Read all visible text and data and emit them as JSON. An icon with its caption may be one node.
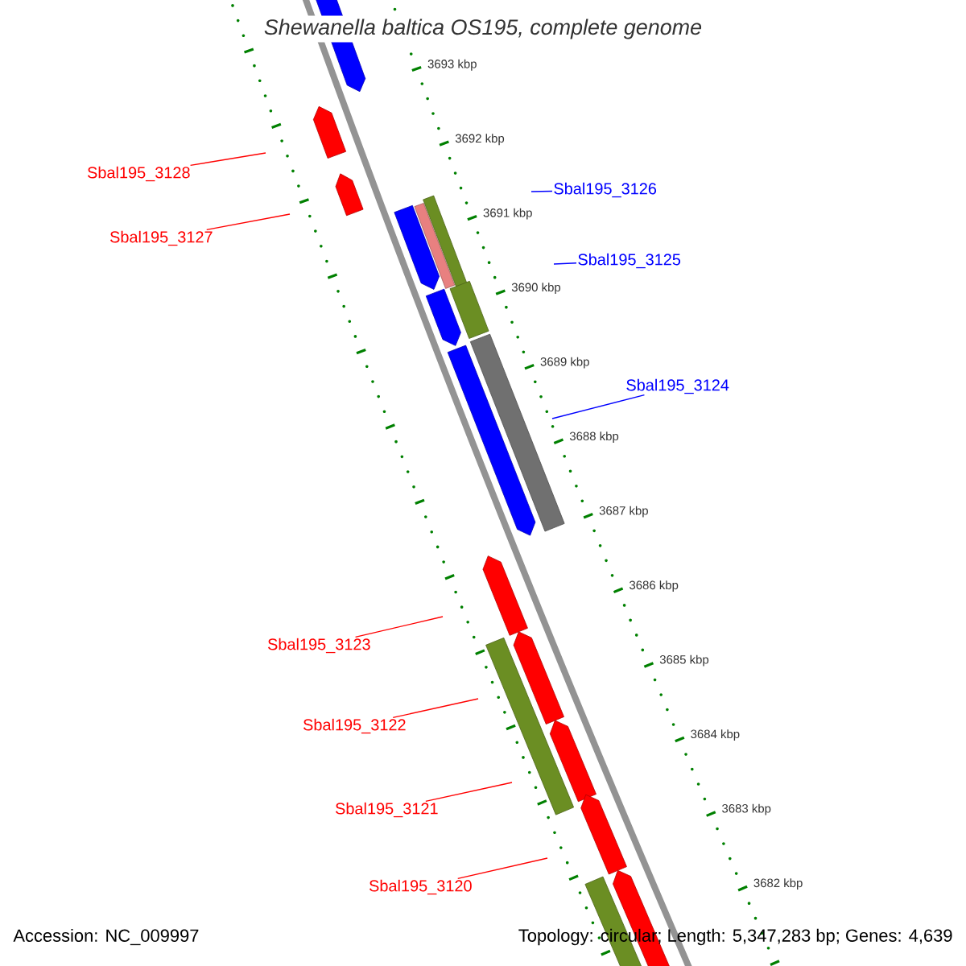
{
  "diagram": {
    "title": "Shewanella baltica OS195, complete genome",
    "nodes": [
      {
        "text": [
          "Sbal195_3128"
        ]
      },
      {
        "text": [
          "Sbal195_3126"
        ]
      },
      {
        "text": [
          "Sbal195_3127"
        ]
      },
      {
        "text": [
          "Sbal195_3125"
        ]
      },
      {
        "text": [
          "Sbal195_3124"
        ]
      },
      {
        "text": [
          "Sbal195_3123"
        ]
      },
      {
        "text": [
          "Sbal195_3122"
        ]
      },
      {
        "text": [
          "Sbal195_3121"
        ]
      },
      {
        "text": [
          "Sbal195_3120"
        ]
      }
    ],
    "edges": [
      {
        "from": 0,
        "to": null,
        "arrow": "none"
      },
      {
        "from": 1,
        "to": null,
        "arrow": "none",
        "color": "#0000ff"
      },
      {
        "from": 2,
        "to": null,
        "arrow": "none"
      },
      {
        "from": 3,
        "to": null,
        "arrow": "none",
        "color": "#0000ff"
      },
      {
        "from": 4,
        "to": null,
        "arrow": "none",
        "color": "#0000ff"
      },
      {
        "from": 5,
        "to": null,
        "arrow": "none"
      },
      {
        "from": 6,
        "to": null,
        "arrow": "none"
      },
      {
        "from": 7,
        "to": null,
        "arrow": "none"
      },
      {
        "from": 8,
        "to": null,
        "arrow": "none"
      }
    ],
    "labels": [
      "3693 kbp",
      "3692 kbp",
      "3691 kbp",
      "3690 kbp",
      "3689 kbp",
      "3688 kbp",
      "3687 kbp",
      "3686 kbp",
      "3685 kbp",
      "3684 kbp",
      "3683 kbp",
      "3682 kbp",
      "Accession: NC_009997",
      "Topology: circular; Length: 5,347,283 bp; Genes: 4,639"
    ]
  }
}
